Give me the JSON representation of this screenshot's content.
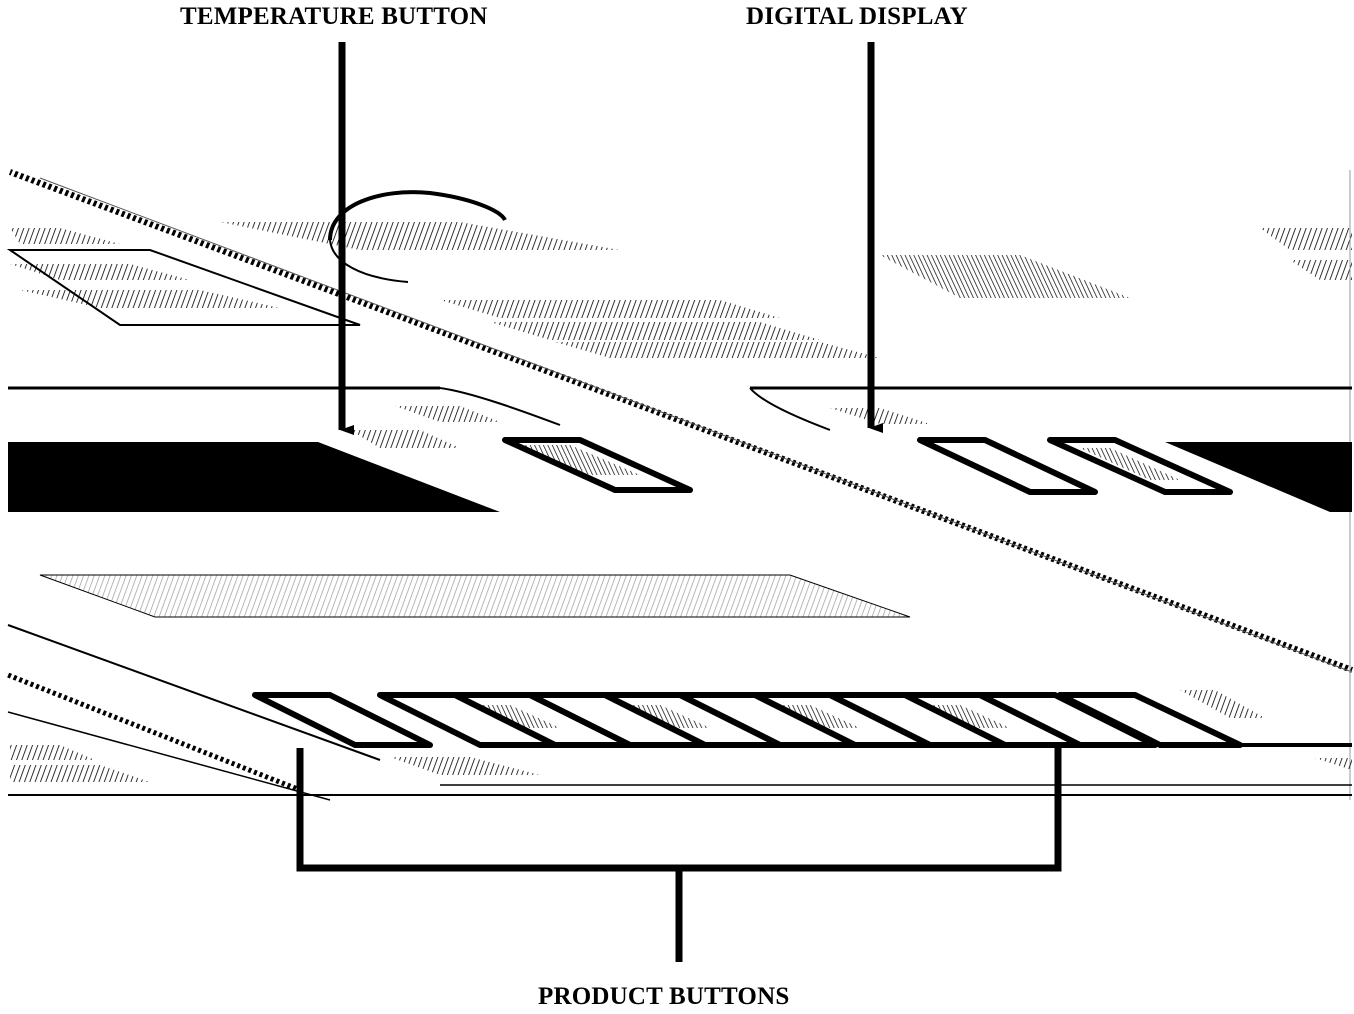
{
  "labels": {
    "temperature_button": "TEMPERATURE BUTTON",
    "digital_display": "DIGITAL DISPLAY",
    "product_buttons": "PRODUCT BUTTONS"
  },
  "colors": {
    "ink": "#000000",
    "background": "#ffffff",
    "hatch": "#3a3a3a"
  },
  "icons": {
    "callout": "arrow",
    "group": "bracket"
  }
}
